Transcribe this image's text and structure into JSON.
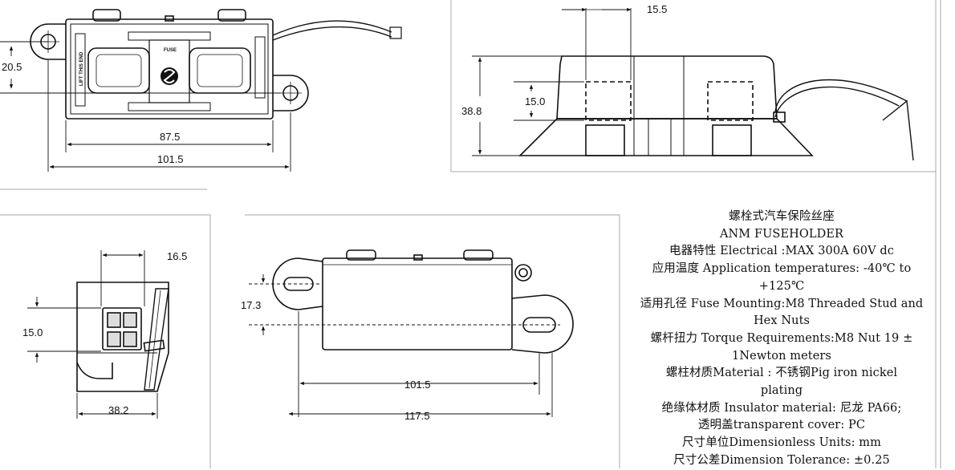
{
  "top_view": {
    "label_fuse": "FUSE",
    "label_lift": "LIFT THIS END",
    "dim_height": "20.5",
    "dim_inner": "87.5",
    "dim_outer": "101.5"
  },
  "side_view": {
    "dim_top": "15.5",
    "dim_window": "15.0",
    "dim_height": "38.8"
  },
  "end_view": {
    "dim_top": "16.5",
    "dim_window": "15.0",
    "dim_width": "38.2"
  },
  "front_view": {
    "dim_height": "17.3",
    "dim_inner": "101.5",
    "dim_outer": "117.5"
  },
  "specs": [
    "螺栓式汽车保险丝座",
    "ANM FUSEHOLDER",
    "电器特性 Electrical :MAX 300A 60V dc",
    "应用温度 Application temperatures: -40℃ to",
    "+125℃",
    "适用孔径 Fuse Mounting:M8 Threaded Stud and",
    "Hex Nuts",
    "螺杆扭力 Torque Requirements:M8 Nut 19 ±",
    "1Newton meters",
    "螺柱材质Material : 不锈钢Pig iron nickel",
    "plating",
    "绝缘体材质 Insulator material: 尼龙 PA66;",
    "透明盖transparent cover: PC",
    "尺寸单位Dimensionless Units: mm",
    "尺寸公差Dimension Tolerance: ±0.25"
  ]
}
